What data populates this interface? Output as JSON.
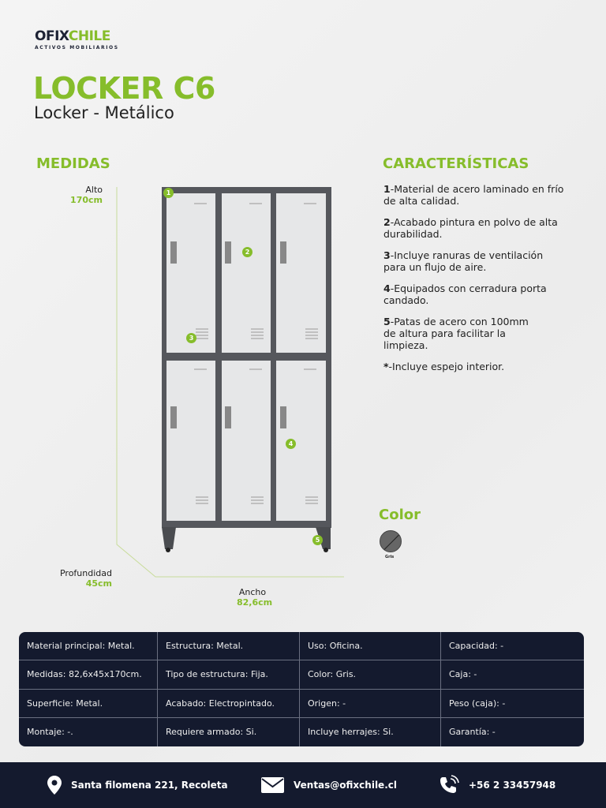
{
  "brand": {
    "name_a": "OFIX",
    "name_b": "CHILE",
    "tagline": "ACTIVOS MOBILIARIOS"
  },
  "product": {
    "title": "LOCKER C6",
    "subtitle": "Locker - Metálico"
  },
  "medidas": {
    "heading": "MEDIDAS",
    "alto_label": "Alto",
    "alto_value": "170cm",
    "prof_label": "Profundidad",
    "prof_value": "45cm",
    "ancho_label": "Ancho",
    "ancho_value": "82,6cm"
  },
  "callouts": [
    "1",
    "2",
    "3",
    "4",
    "5"
  ],
  "caracteristicas": {
    "heading": "CARACTERÍSTICAS",
    "items": [
      {
        "num": "1",
        "text": "-Material de acero laminado en frío de alta calidad."
      },
      {
        "num": "2",
        "text": "-Acabado pintura en polvo de alta durabilidad."
      },
      {
        "num": "3",
        "text": "-Incluye ranuras de ventilación para un flujo de aire."
      },
      {
        "num": "4",
        "text": "-Equipados con cerradura porta candado."
      },
      {
        "num": "5",
        "text": "-Patas de acero con 100mm de altura para facilitar la limpieza."
      },
      {
        "num": "*",
        "text": "-Incluye espejo interior."
      }
    ]
  },
  "color": {
    "heading": "Color",
    "swatch_label": "Gris",
    "swatch_hex": "#666666"
  },
  "specs": [
    "Material principal: Metal.",
    "Estructura: Metal.",
    "Uso: Oficina.",
    "Capacidad: -",
    "Medidas: 82,6x45x170cm.",
    "Tipo de estructura: Fija.",
    "Color: Gris.",
    "Caja: -",
    "Superficie: Metal.",
    "Acabado: Electropintado.",
    "Origen: -",
    "Peso (caja): -",
    "Montaje: -.",
    "Requiere armado: Si.",
    "Incluye herrajes: Si.",
    "Garantía: -"
  ],
  "footer": {
    "address": "Santa filomena 221, Recoleta",
    "email": "Ventas@ofixchile.cl",
    "phone": "+56 2 33457948"
  },
  "colors": {
    "accent": "#86bd2b",
    "navy": "#141a2e"
  }
}
